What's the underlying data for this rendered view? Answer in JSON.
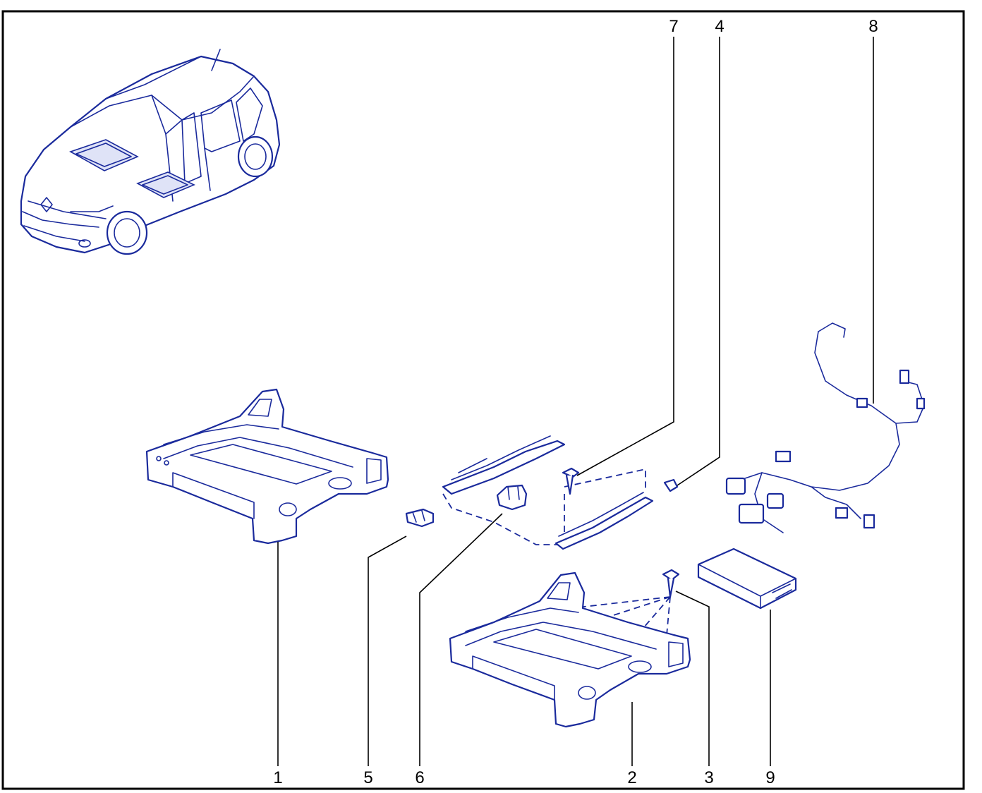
{
  "callouts": [
    {
      "id": "1",
      "label": "1"
    },
    {
      "id": "2",
      "label": "2"
    },
    {
      "id": "3",
      "label": "3"
    },
    {
      "id": "4",
      "label": "4"
    },
    {
      "id": "5",
      "label": "5"
    },
    {
      "id": "6",
      "label": "6"
    },
    {
      "id": "7",
      "label": "7"
    },
    {
      "id": "8",
      "label": "8"
    },
    {
      "id": "9",
      "label": "9"
    }
  ],
  "colors": {
    "line_art": "#1a2a9c",
    "frame": "#000000",
    "background": "#ffffff"
  }
}
